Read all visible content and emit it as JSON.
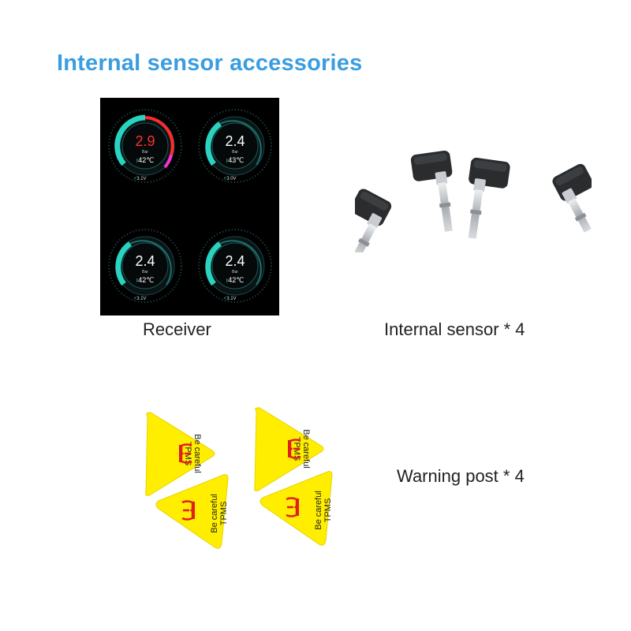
{
  "title": "Internal sensor accessories",
  "colors": {
    "title": "#3a9de0",
    "gauge_teal": "#29d3c0",
    "gauge_red": "#ff2a2a",
    "gauge_magenta": "#ff2fd8",
    "sticker_yellow": "#ffee00",
    "sticker_red": "#e02020",
    "sensor_body": "#2a2c2e",
    "sensor_metal": "#c9ccd0"
  },
  "receiver": {
    "gauges": [
      {
        "value": "2.9",
        "unit": "Bar",
        "temp": "42℃",
        "volt": "3.1V",
        "alert": true
      },
      {
        "value": "2.4",
        "unit": "Bar",
        "temp": "43℃",
        "volt": "3.0V",
        "alert": false
      },
      {
        "value": "2.4",
        "unit": "Bar",
        "temp": "42℃",
        "volt": "3.1V",
        "alert": false
      },
      {
        "value": "2.4",
        "unit": "Bar",
        "temp": "42℃",
        "volt": "3.1V",
        "alert": false
      }
    ],
    "caption": "Receiver"
  },
  "sensors": {
    "caption": "Internal sensor * 4",
    "count": 4
  },
  "warning": {
    "caption": "Warning post * 4",
    "line1": "Be careful",
    "line2": "TPMS",
    "count": 4
  }
}
